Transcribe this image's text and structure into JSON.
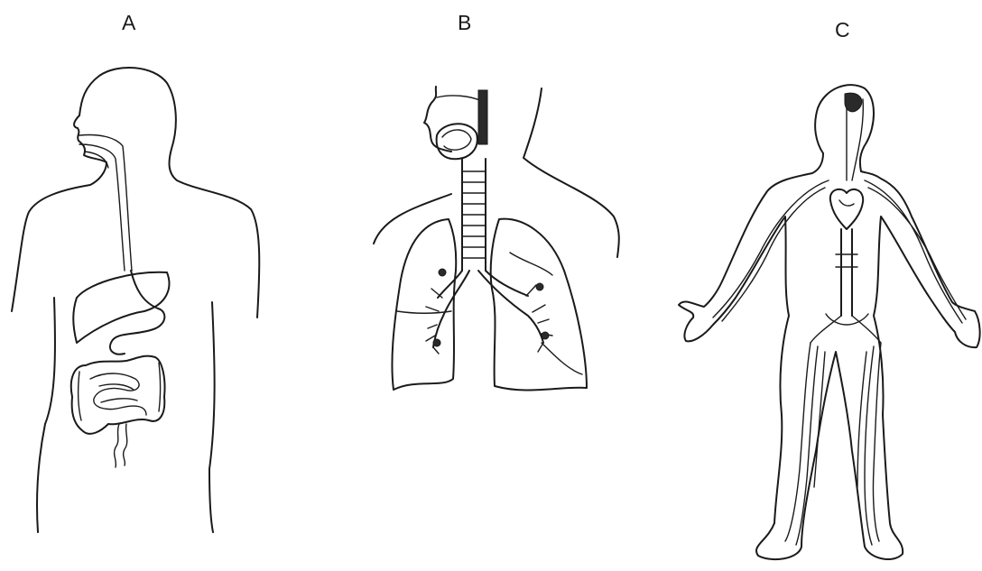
{
  "labels": {
    "a": "A",
    "b": "B",
    "c": "C"
  },
  "panels": [
    {
      "label": "A",
      "icon": "digestive-system-figure"
    },
    {
      "label": "B",
      "icon": "respiratory-system-figure"
    },
    {
      "label": "C",
      "icon": "circulatory-system-figure"
    }
  ]
}
